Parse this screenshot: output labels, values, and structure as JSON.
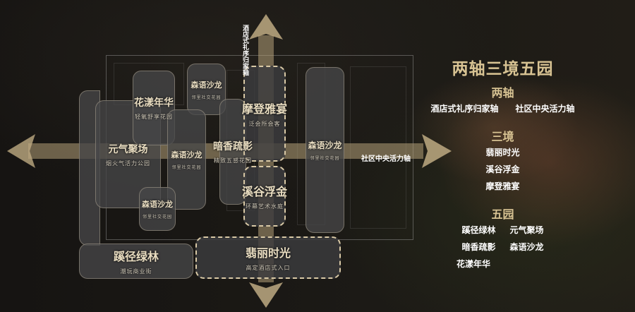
{
  "axes": {
    "vertical": "酒店式礼序归家轴",
    "horizontal": "社区中央活力轴"
  },
  "zones": {
    "yuanqi": {
      "title": "元气聚场",
      "sub": "烟火气活力公园"
    },
    "huayang": {
      "title": "花漾年华",
      "sub": "轻氧舒享花园"
    },
    "senyu_top": {
      "title": "森语沙龙",
      "sub": "邻里社交花园"
    },
    "senyu_mid": {
      "title": "森语沙龙",
      "sub": "邻里社交花园"
    },
    "senyu_bottom": {
      "title": "森语沙龙",
      "sub": "邻里社交花园"
    },
    "senyu_right": {
      "title": "森语沙龙",
      "sub": "邻里社交花园"
    },
    "anxiang": {
      "title": "暗香疏影",
      "sub": "精致五感花园"
    },
    "modeng": {
      "title": "摩登雅宴",
      "sub": "泛会所会客"
    },
    "xigu": {
      "title": "溪谷浮金",
      "sub": "环幕艺术水庭"
    },
    "feili": {
      "title": "翡丽时光",
      "sub": "高定酒店式入口"
    },
    "xijing": {
      "title": "蹊径绿林",
      "sub": "潮玩商业街"
    }
  },
  "panel": {
    "title": "两轴三境五园",
    "axes_heading": "两轴",
    "axes_items": [
      "酒店式礼序归家轴",
      "社区中央活力轴"
    ],
    "realms_heading": "三境",
    "realms_items": [
      "翡丽时光",
      "溪谷浮金",
      "摩登雅宴"
    ],
    "gardens_heading": "五园",
    "gardens_items": [
      "蹊径绿林",
      "元气聚场",
      "暗香疏影",
      "森语沙龙",
      "花漾年华"
    ]
  },
  "colors": {
    "gold": "#d8c393",
    "axis": "#b4a078"
  }
}
